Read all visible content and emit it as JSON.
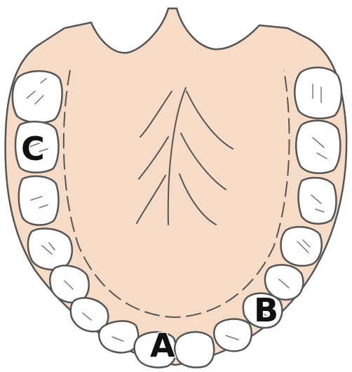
{
  "labels": {
    "a": "A",
    "b": "B",
    "c": "C"
  },
  "colors": {
    "palate": "#f6dcc6",
    "outline": "#555555",
    "tooth": "#ffffff",
    "label": "#111111"
  }
}
